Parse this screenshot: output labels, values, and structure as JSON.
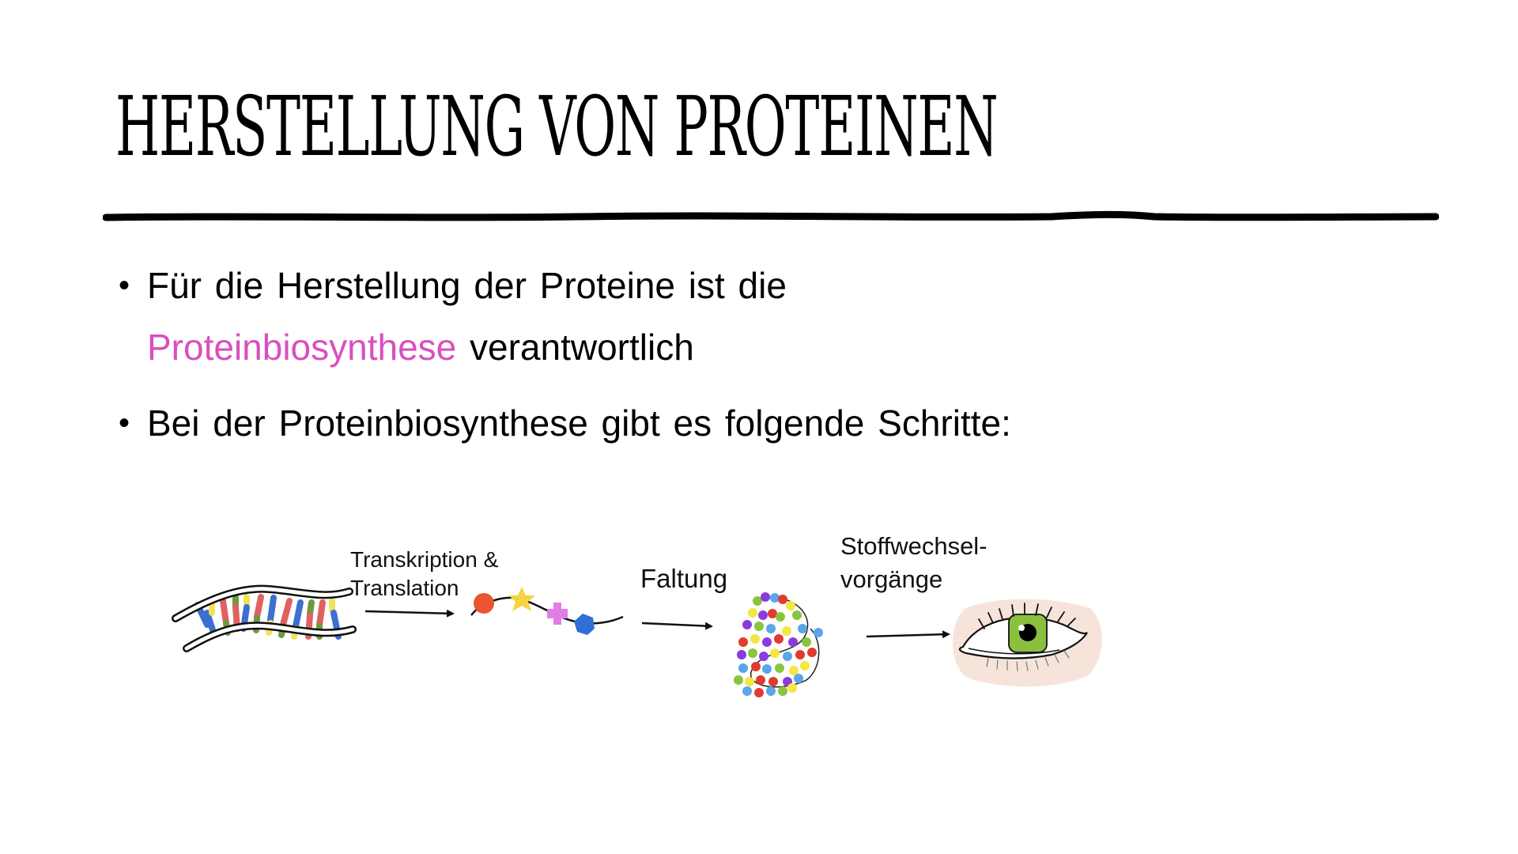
{
  "slide": {
    "title": "HERSTELLUNG VON PROTEINEN",
    "bullets": [
      {
        "marker": "•",
        "line1": "Für die Herstellung der Proteine ist die",
        "highlight": "Proteinbiosynthese",
        "line2_rest": " verantwortlich"
      },
      {
        "marker": "•",
        "text": "Bei der Proteinbiosynthese gibt es folgende Schritte:"
      }
    ],
    "colors": {
      "text": "#000000",
      "highlight": "#d94fbf",
      "rule": "#000000"
    }
  },
  "diagram": {
    "steps": [
      {
        "icon": "dna-double-helix-icon",
        "label": ""
      },
      {
        "arrow_label_line1": "Transkription &",
        "arrow_label_line2": "Translation"
      },
      {
        "icon": "amino-acid-chain-icon",
        "bead_colors": [
          "#e8552e",
          "#f5d33c",
          "#e07ee8",
          "#2f6fd6"
        ]
      },
      {
        "arrow_label": "Faltung"
      },
      {
        "icon": "folded-protein-icon"
      },
      {
        "arrow_label_line1": "Stoffwechsel-",
        "arrow_label_line2": "vorgänge"
      },
      {
        "icon": "eye-icon",
        "iris_color": "#8bbf3f",
        "background_color": "#f6e4da"
      }
    ]
  }
}
